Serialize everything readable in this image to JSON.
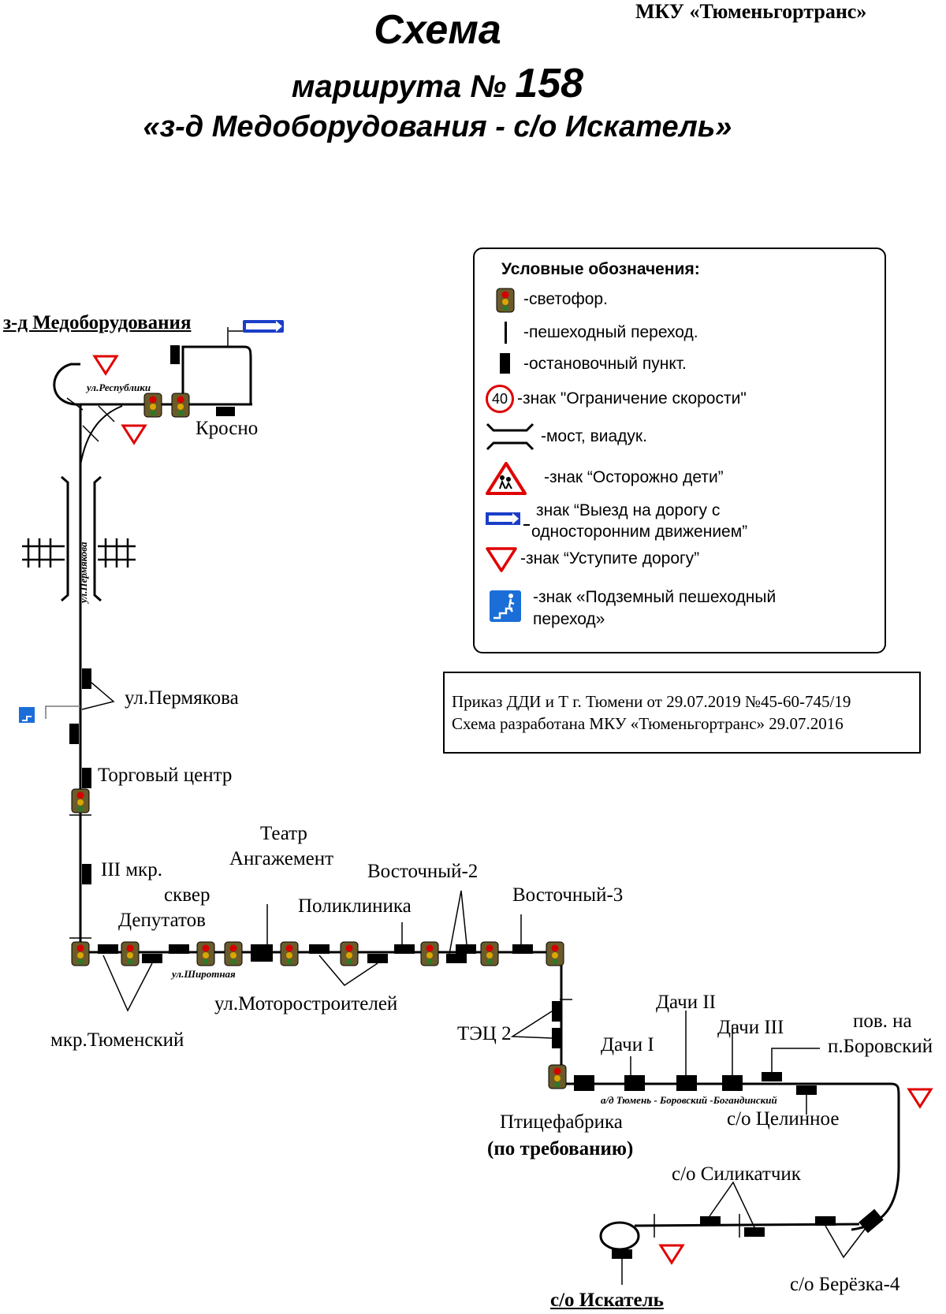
{
  "header": {
    "organization": "МКУ «Тюменьгортранс»",
    "title": "Схема",
    "route_prefix": "маршрута №",
    "route_number": "158",
    "route_name": "«з-д Медоборудования - с/о Искатель»"
  },
  "legend": {
    "title": "Условные обозначения:",
    "items": [
      {
        "icon": "traffic-light-icon",
        "text": "-светофор."
      },
      {
        "icon": "pedestrian-crossing-icon",
        "text": "-пешеходный переход."
      },
      {
        "icon": "bus-stop-icon",
        "text": "-остановочный пункт."
      },
      {
        "icon": "speed-limit-sign-icon",
        "icon_text": "40",
        "text": "-знак \"Ограничение скорости\""
      },
      {
        "icon": "bridge-icon",
        "text": "-мост, виадук."
      },
      {
        "icon": "children-warning-sign-icon",
        "text": "-знак “Осторожно дети”"
      },
      {
        "icon": "one-way-exit-sign-icon",
        "text_1": "знак “Выезд на дорогу с",
        "text_2": "односторонним движением”"
      },
      {
        "icon": "yield-sign-icon",
        "text": "-знак “Уступите дорогу”"
      },
      {
        "icon": "underpass-sign-icon",
        "text_1": "-знак «Подземный пешеходный",
        "text_2": "переход»"
      }
    ]
  },
  "order": {
    "line_1": "Приказ ДДИ и Т г. Тюмени от 29.07.2019 №45-60-745/19",
    "line_2": "Схема разработана МКУ «Тюменьгортранс» 29.07.2016"
  },
  "map": {
    "start_stop": "з-д Медоборудования",
    "end_stop": "с/о Искатель",
    "streets": {
      "respubliki": "ул.Республики",
      "permyakova_vertical": "ул.Пермякова",
      "shirotnaya": "ул.Широтная",
      "highway": "а/д Тюмень - Боровский -Богандинский"
    },
    "stops": {
      "krosno": "Кросно",
      "permyakova": "ул.Пермякова",
      "trade_center": "Торговый центр",
      "iii_mkr": "III мкр.",
      "skver_1": "сквер",
      "skver_2": "Депутатов",
      "teatr_1": "Театр",
      "teatr_2": "Ангажемент",
      "poliklinika": "Поликлиника",
      "vostochny2": "Восточный-2",
      "vostochny3": "Восточный-3",
      "tyumensky": "мкр.Тюменский",
      "motorostroiteley": "ул.Моторостроителей",
      "tec2": "ТЭЦ 2",
      "dachi1": "Дачи I",
      "dachi2": "Дачи II",
      "dachi3": "Дачи III",
      "borovsky_1": "пов. на",
      "borovsky_2": "п.Боровский",
      "ptitsefabrika_1": "Птицефабрика",
      "ptitsefabrika_2": "(по требованию)",
      "tselinnoe": "с/о Целинное",
      "silikatchik": "с/о Силикатчик",
      "berezka": "с/о Берёзка-4"
    }
  }
}
